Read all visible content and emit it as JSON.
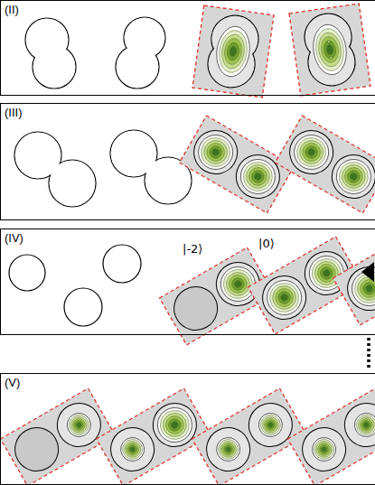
{
  "diagram": {
    "nodes": [
      {
        "text": [
          "(II)"
        ]
      },
      {
        "text": [
          "(III)"
        ]
      },
      {
        "text": [
          "(IV)"
        ]
      },
      {
        "text": [
          "(V)"
        ]
      }
    ],
    "labels": [
      "|-2⟩",
      "|0⟩"
    ]
  }
}
